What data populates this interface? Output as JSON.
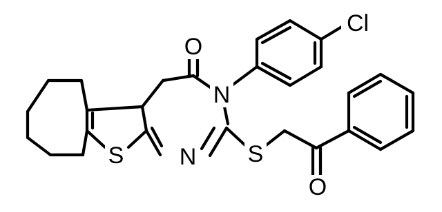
{
  "molecule": {
    "atoms": {
      "oxygen_carbonyl_ring": "O",
      "chlorine": "Cl",
      "nitrogen_3": "N",
      "nitrogen_1": "N",
      "sulfur_thiophene": "S",
      "sulfur_thioether": "S",
      "oxygen_ketone": "O"
    },
    "colors": {
      "bond": "#000000",
      "label": "#000000",
      "background": "#ffffff"
    }
  }
}
